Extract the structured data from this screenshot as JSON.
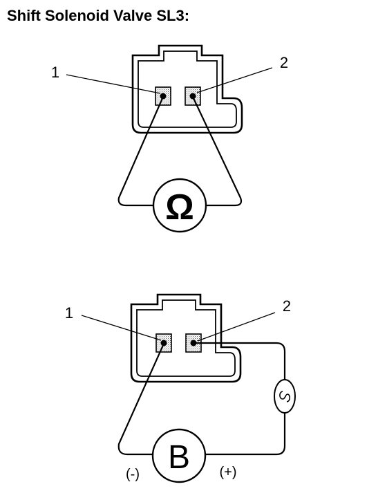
{
  "title": "Shift Solenoid Valve SL3:",
  "resistance_test": {
    "pin_1_label": "1",
    "pin_2_label": "2",
    "meter_symbol": "Ω",
    "meter_icon": "ohmmeter-icon"
  },
  "activation_test": {
    "pin_1_label": "1",
    "pin_2_label": "2",
    "battery_symbol": "B",
    "negative_label": "(-)",
    "positive_label": "(+)",
    "battery_icon": "battery-icon",
    "lamp_icon": "test-lamp-icon"
  },
  "colors": {
    "ink": "#000000",
    "paper": "#ffffff"
  }
}
